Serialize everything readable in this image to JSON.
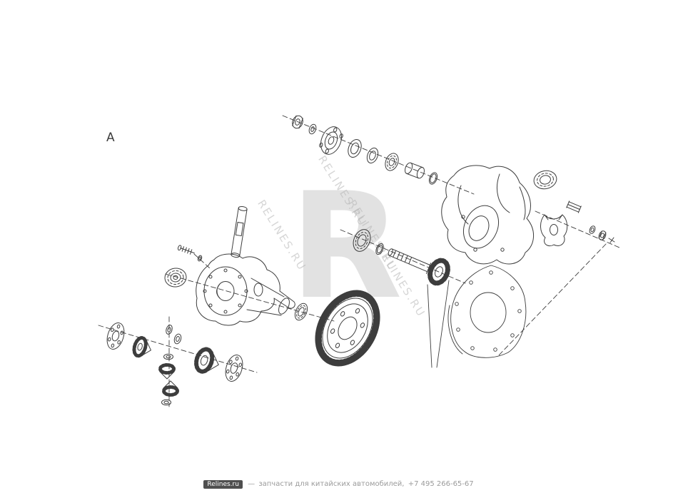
{
  "colors": {
    "background": "#ffffff",
    "line": "#3d3d3d",
    "watermark": "#b5b5b5",
    "footer-text": "#9b9b9b",
    "brand-bg": "#4f4f4f",
    "brand-text": "#ffffff"
  },
  "diagram": {
    "view_label": "A"
  },
  "watermark": {
    "text": "RELINES.RU",
    "letter": "R"
  },
  "footer": {
    "brand": "Relines.ru",
    "separator": "—",
    "description": "запчасти для китайских автомобилей,",
    "phone": "+7 495 266-65-67"
  }
}
